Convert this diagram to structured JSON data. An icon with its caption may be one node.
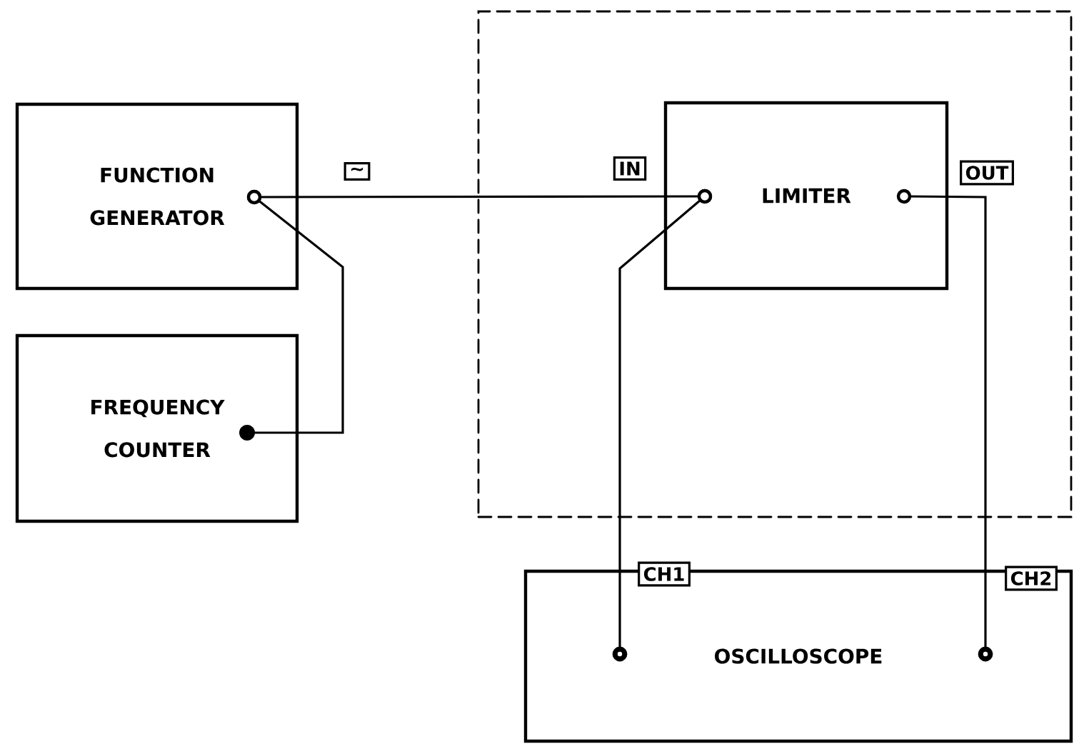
{
  "diagram": {
    "nodes": [
      {
        "text": [
          "FUNCTION GENERATOR"
        ]
      },
      {
        "text": [
          "FREQUENCY COUNTER"
        ]
      },
      {
        "text": [],
        "shape": "box"
      },
      {
        "text": [
          "LIMITER"
        ],
        "in": 2
      },
      {
        "text": [
          "OSCILLOSCOPE"
        ]
      }
    ],
    "edges": [
      {
        "from": 0,
        "to": 3,
        "arrow": "other"
      },
      {
        "from": 0,
        "to": 1,
        "arrow": "other"
      },
      {
        "from": 3,
        "to": 4,
        "arrow": "other"
      },
      {
        "from": 3,
        "to": 4,
        "arrow": "other"
      }
    ],
    "labels": [
      "∼",
      "IN",
      "OUT",
      "CH1",
      "CH2"
    ]
  }
}
